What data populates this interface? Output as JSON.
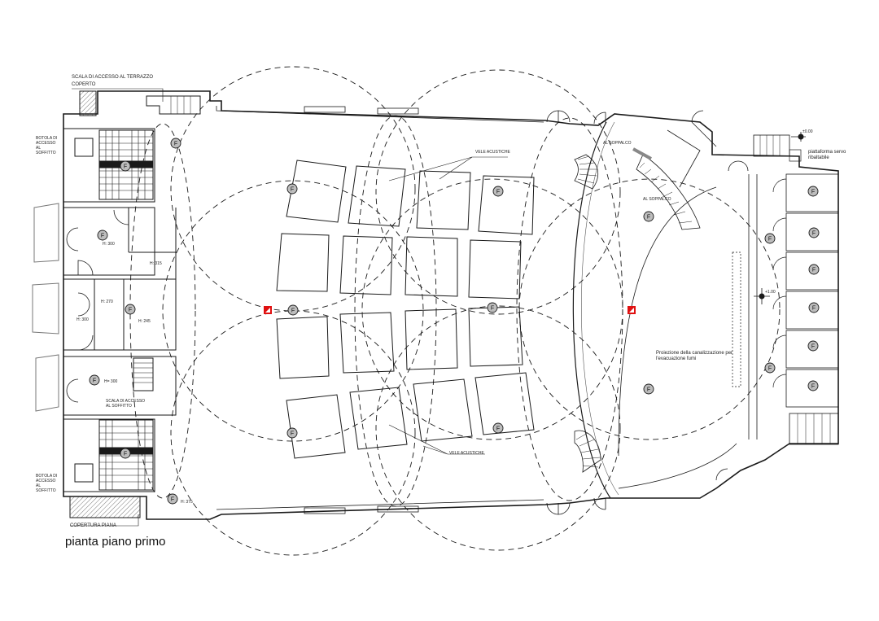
{
  "drawing": {
    "title": "pianta piano primo",
    "labels": {
      "scala": "SCALA DI ACCESSO AL TERRAZZO",
      "coperto": "COPERTO",
      "botola_top": "BOTOLA DI ACCESSO AL SOFFITTO",
      "botola_bottom": "BOTOLA DI ACCESSO AL SOFFITTO",
      "copertura_piana": "COPERTURA PIANA",
      "vele_top": "VELE ACUSTICHE",
      "vele_bottom": "VELE ACUSTICHE",
      "soppalco_1": "AL SOPPALCO",
      "soppalco_2": "AL SOPPALCO",
      "piattaforma": "piattaforma servo ribaltabile",
      "proiezione": "Proiezione della canalizzazione per l'evacuazione fumi",
      "scala_interna": "SCALA DI ACCESSO AL SOFFITTO",
      "quota_top": "±0.00",
      "quota_right": "+1.00"
    },
    "heights": {
      "h300a": "H: 300",
      "h315": "H: 315",
      "h270": "H: 270",
      "h300b": "H: 300",
      "h245": "H: 245",
      "h300c": "H= 300",
      "h375": "H: 375"
    },
    "marker_letter": "F",
    "colors": {
      "line": "#1a1a1a",
      "red_marker": "#e01010",
      "hatch": "#555555"
    }
  }
}
